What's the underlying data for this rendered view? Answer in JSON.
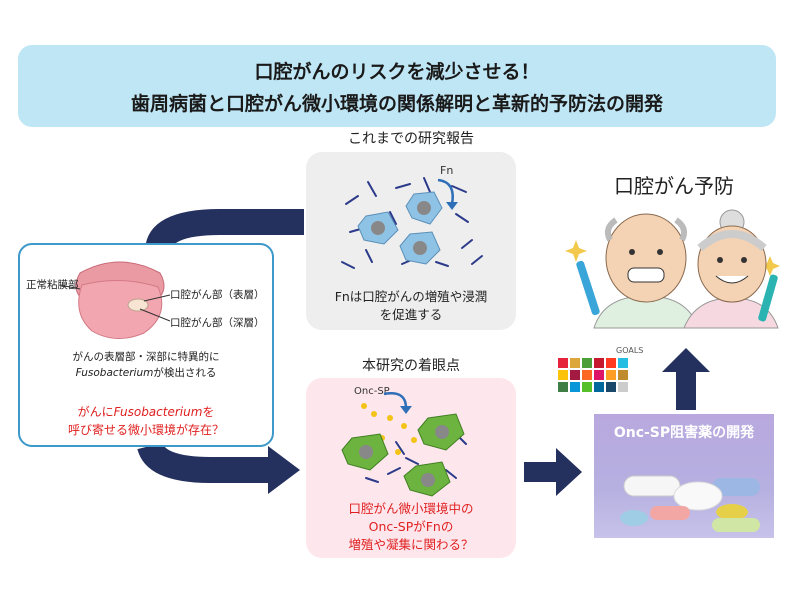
{
  "title": {
    "line1": "口腔がんのリスクを減少させる！",
    "line2": "歯周病菌と口腔がん微小環境の関係解明と革新的予防法の開発"
  },
  "previous_research": {
    "caption": "これまでの研究報告",
    "bacteria_label": "Fn",
    "text_line1": "Fnは口腔がんの増殖や浸潤",
    "text_line2": "を促進する"
  },
  "left_panel": {
    "label_normal": "正常粘膜部",
    "label_surface": "口腔がん部（表層）",
    "label_deep": "口腔がん部（深層）",
    "desc_line1": "がんの表層部・深部に特異的に",
    "desc_line2_italic": "Fusobacterium",
    "desc_line2_rest": "が検出される",
    "question_line1_pre": "がんに",
    "question_line1_italic": "Fusobacterium",
    "question_line1_post": "を",
    "question_line2": "呼び寄せる微小環境が存在？"
  },
  "this_study": {
    "caption": "本研究の着眼点",
    "protein_label": "Onc-SP",
    "text_line1": "口腔がん微小環境中の",
    "text_line2": "Onc-SPがFnの",
    "text_line3": "増殖や凝集に関わる？"
  },
  "prevention": {
    "title": "口腔がん予防"
  },
  "drug": {
    "title": "Onc-SP阻害薬の開発"
  },
  "sdgs": {
    "label": "GOALS"
  },
  "colors": {
    "title_bg": "#bfe6f5",
    "arrow_navy": "#24305e",
    "left_border": "#3c99c9",
    "question_red": "#e02020",
    "cell_blue": "#8fc3e6",
    "cell_green": "#6db33f"
  }
}
